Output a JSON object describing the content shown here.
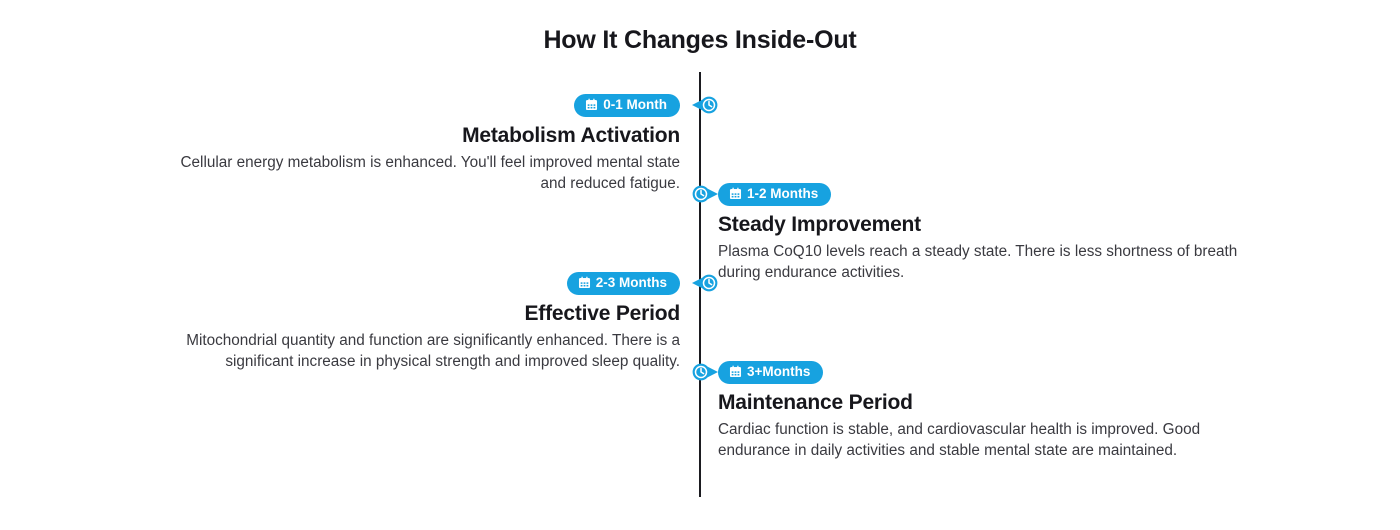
{
  "header": {
    "title": "How It Changes Inside-Out"
  },
  "theme": {
    "accent": "#17a2e0",
    "axis_color": "#1b1b20",
    "heading_color": "#17171c",
    "body_color": "#3a3a40",
    "background": "#ffffff"
  },
  "timeline": {
    "items": [
      {
        "badge": "0-1 Month",
        "badge_icon": "calendar-icon",
        "node_icon": "clock-icon",
        "title": "Metabolism Activation",
        "description": "Cellular energy metabolism is enhanced. You'll feel improved mental state and reduced fatigue.",
        "side": "left"
      },
      {
        "badge": "1-2 Months",
        "badge_icon": "calendar-icon",
        "node_icon": "clock-icon",
        "title": "Steady Improvement",
        "description": "Plasma CoQ10 levels reach a steady state. There is less shortness of breath during endurance activities.",
        "side": "right"
      },
      {
        "badge": "2-3 Months",
        "badge_icon": "calendar-icon",
        "node_icon": "clock-icon",
        "title": "Effective Period",
        "description": "Mitochondrial quantity and function are significantly enhanced. There is a significant increase in physical strength and improved sleep quality.",
        "side": "left"
      },
      {
        "badge": "3+Months",
        "badge_icon": "calendar-icon",
        "node_icon": "clock-icon",
        "title": "Maintenance Period",
        "description": "Cardiac function is stable, and cardiovascular health is improved. Good endurance in daily activities and stable mental state are maintained.",
        "side": "right"
      }
    ]
  }
}
